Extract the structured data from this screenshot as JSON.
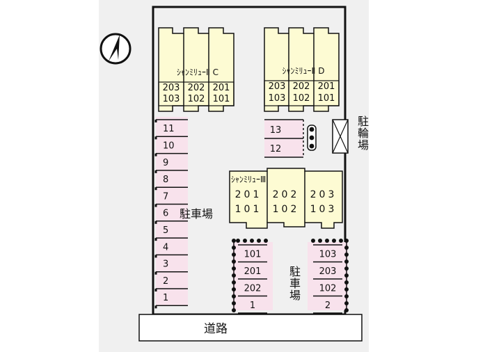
{
  "road_label": "道路",
  "parking_label": "駐車場",
  "bicycle_parking_label": "駐輪場",
  "building_c": {
    "name": "ｼｬﾝﾐﾘｭｰⅡ C",
    "upper": [
      "203",
      "202",
      "201"
    ],
    "lower": [
      "103",
      "102",
      "101"
    ]
  },
  "building_d": {
    "name": "ｼｬﾝﾐﾘｭｰⅡ D",
    "upper": [
      "203",
      "202",
      "201"
    ],
    "lower": [
      "103",
      "102",
      "101"
    ]
  },
  "building_3": {
    "name": "ｼｬﾝﾐﾘｭｰⅢ",
    "upper": [
      "201",
      "202",
      "203"
    ],
    "lower": [
      "101",
      "102",
      "103"
    ]
  },
  "left_spaces": [
    "11",
    "10",
    "9",
    "8",
    "7",
    "6",
    "5",
    "4",
    "3",
    "2",
    "1"
  ],
  "mid_spaces": [
    "13",
    "12"
  ],
  "bottom_left_spaces": [
    "101",
    "201",
    "202",
    "1"
  ],
  "bottom_right_spaces": [
    "103",
    "203",
    "102",
    "2"
  ],
  "colors": {
    "background": "#f0f0f0",
    "building": "#fdfbd3",
    "parking": "#f8e2ec",
    "border": "#111111"
  }
}
